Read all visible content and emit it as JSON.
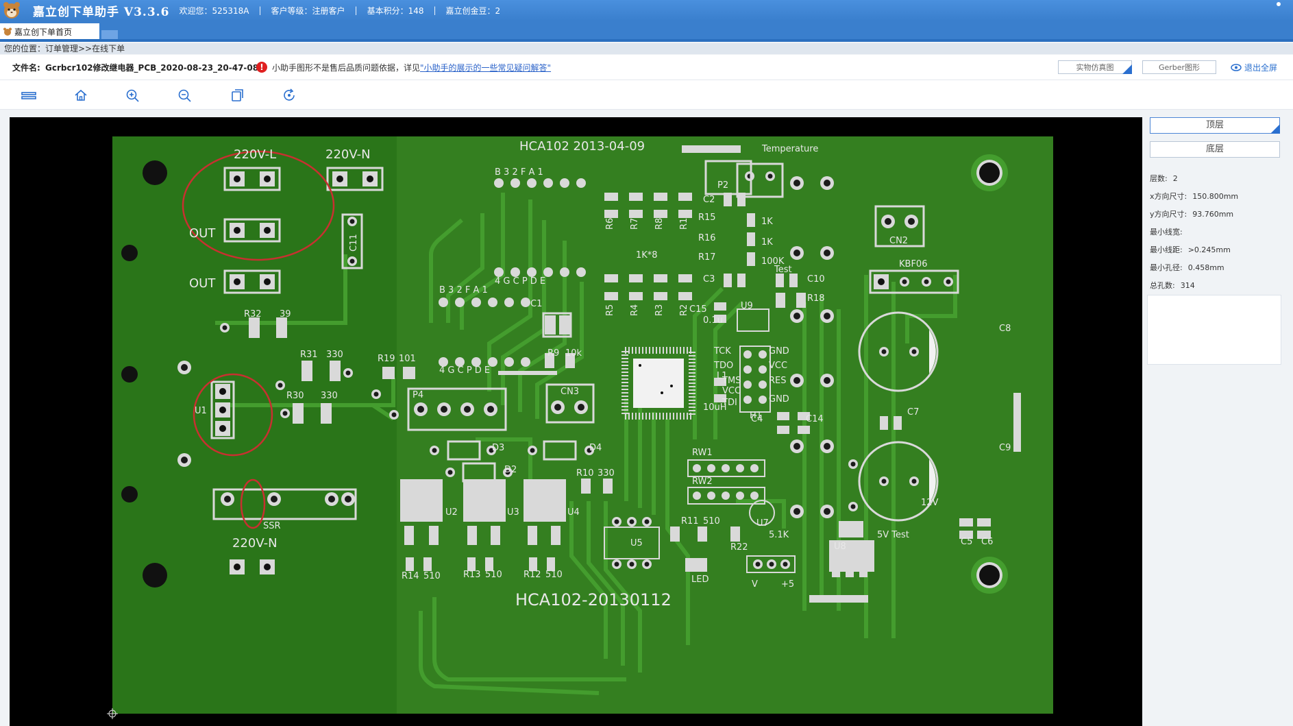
{
  "app": {
    "title": "嘉立创下单助手 V3.3.6",
    "welcome": "欢迎您：525318A",
    "customer_level": "客户等级：注册客户",
    "points": "基本积分：148",
    "golden_beans": "嘉立创金豆：2",
    "separator": "|"
  },
  "tabs": [
    {
      "label": "嘉立创下单首页"
    }
  ],
  "breadcrumb": "您的位置：订单管理>>在线下单",
  "file": {
    "label": "文件名:",
    "name": "Gcrbcr102修改继电器_PCB_2020-08-23_20-47-08"
  },
  "notice": {
    "text": "小助手图形不是售后品质问题依据，详见",
    "link": "\"小助手的展示的一些常见疑问解答\""
  },
  "view_buttons": {
    "simulation": "实物仿真图",
    "gerber": "Gerber图形",
    "exit_fullscreen": "退出全屏"
  },
  "toolbar": {
    "icons": [
      "layers-icon",
      "home-icon",
      "zoom-in-icon",
      "zoom-out-icon",
      "copy-icon",
      "refresh-icon"
    ]
  },
  "layers": {
    "top": "顶层",
    "bottom": "底层"
  },
  "properties": [
    {
      "label": "层数:",
      "value": "2"
    },
    {
      "label": "x方向尺寸:",
      "value": "150.800mm"
    },
    {
      "label": "y方向尺寸:",
      "value": "93.760mm"
    },
    {
      "label": "最小线宽:",
      "value": ""
    },
    {
      "label": "最小线距:",
      "value": ">0.245mm"
    },
    {
      "label": "最小孔径:",
      "value": "0.458mm"
    },
    {
      "label": "总孔数:",
      "value": "314"
    }
  ],
  "pcb_labels": {
    "v220_l": "220V-L",
    "v220_n": "220V-N",
    "v220_n2": "220V-N",
    "out1": "OUT",
    "out2": "OUT",
    "hca_date": "HCA102  2013-04-09",
    "hca_bottom": "HCA102-20130112",
    "temperature": "Temperature",
    "p2": "P2",
    "cn2": "CN2",
    "cn3": "CN3",
    "kbf06": "KBF06",
    "c8": "C8",
    "c9": "C9",
    "c7": "C7",
    "c4": "C4",
    "c14": "C14",
    "c5": "C5",
    "c6": "C6",
    "c2": "C2",
    "c3": "C3",
    "c10": "C10",
    "c1": "C1",
    "c11": "C11",
    "c15": "C15",
    "c15_val": "0.1u",
    "r15": "R15",
    "r16": "R16",
    "r17": "R17",
    "r18": "R18",
    "r1k_a": "1K",
    "r1k_b": "1K",
    "r100k": "100K",
    "test": "Test",
    "r9": "R9",
    "r9_val": "10k",
    "r1k8": "1K*8",
    "r32": "R32",
    "r32_val": "39",
    "r31": "R31",
    "r31_val": "330",
    "r30": "R30",
    "r30_val": "330",
    "r19": "R19",
    "r19_val": "101",
    "p4": "P4",
    "u1": "U1",
    "ssr": "SSR",
    "d2": "D2",
    "d3": "D3",
    "d4": "D4",
    "r10": "R10",
    "r10_val": "330",
    "rw1": "RW1",
    "rw2": "RW2",
    "u2": "U2",
    "u3": "U3",
    "u4": "U4",
    "u5": "U5",
    "u7": "U7",
    "u8": "U8",
    "u9": "U9",
    "h1": "H1",
    "l1": "L1",
    "l1_val": "10uH",
    "r14": "R14",
    "r14_val": "510",
    "r13": "R13",
    "r13_val": "510",
    "r12": "R12",
    "r12_val": "510",
    "r11": "R11",
    "r11_val": "510",
    "r22": "R22",
    "r51k": "5.1K",
    "led": "LED",
    "v_plus5_v": "V",
    "v_plus5": "+5",
    "v12": "12V",
    "test5v": "5V  Test",
    "tck": "TCK",
    "tdo": "TDO",
    "tms": "TMS",
    "vcc2": "VCC",
    "tdi": "TDI",
    "gnd": "GND",
    "vcc": "VCC",
    "res": "RES",
    "gnd2": "GND",
    "jtag_top": "B  3  2  F  A  1",
    "jtag_bot": "4  G  C  P  D  E",
    "jtag2_top": "B  3  2  F  A  1",
    "jtag2_bot": "4  G  C  P  D  E",
    "r6": "R6",
    "r7": "R7",
    "r8": "R8",
    "r1": "R1",
    "r5": "R5",
    "r4": "R4",
    "r3": "R3",
    "r2": "R2"
  },
  "colors": {
    "titlebar": "#3a7fcd",
    "pcb_green": "#2e7d1d",
    "pcb_trace": "#3e9a2a",
    "pad": "#d9d9d9",
    "ring": "#c83030",
    "accent": "#2a6fcf"
  }
}
